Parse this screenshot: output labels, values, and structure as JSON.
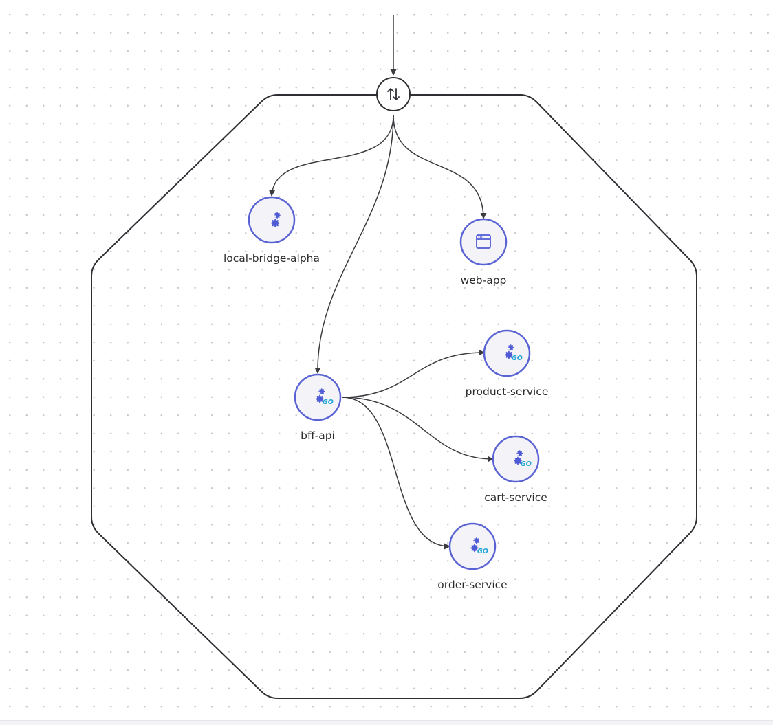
{
  "diagram": {
    "cluster": {
      "shape": "octagon"
    },
    "entry": {
      "icon": "arrows-up-down-icon"
    },
    "nodes": [
      {
        "id": "local-bridge-alpha",
        "label": "local-bridge-alpha",
        "icon": "gears-icon",
        "go_badge": false
      },
      {
        "id": "web-app",
        "label": "web-app",
        "icon": "browser-window-icon",
        "go_badge": false
      },
      {
        "id": "bff-api",
        "label": "bff-api",
        "icon": "gears-go-icon",
        "go_badge": true,
        "badge_text": "GO"
      },
      {
        "id": "product-service",
        "label": "product-service",
        "icon": "gears-go-icon",
        "go_badge": true,
        "badge_text": "GO"
      },
      {
        "id": "cart-service",
        "label": "cart-service",
        "icon": "gears-go-icon",
        "go_badge": true,
        "badge_text": "GO"
      },
      {
        "id": "order-service",
        "label": "order-service",
        "icon": "gears-go-icon",
        "go_badge": true,
        "badge_text": "GO"
      }
    ],
    "edges": [
      {
        "from": "entry",
        "to": "local-bridge-alpha"
      },
      {
        "from": "entry",
        "to": "web-app"
      },
      {
        "from": "entry",
        "to": "bff-api"
      },
      {
        "from": "bff-api",
        "to": "product-service"
      },
      {
        "from": "bff-api",
        "to": "cart-service"
      },
      {
        "from": "bff-api",
        "to": "order-service"
      }
    ],
    "colors": {
      "node_ring": "#5a63d3",
      "node_fill": "#f4f4f8",
      "icon": "#4f5bd5",
      "go_badge": "#1fa4d6",
      "edge": "#3a3a3f",
      "cluster_border": "#2e2e33"
    }
  }
}
